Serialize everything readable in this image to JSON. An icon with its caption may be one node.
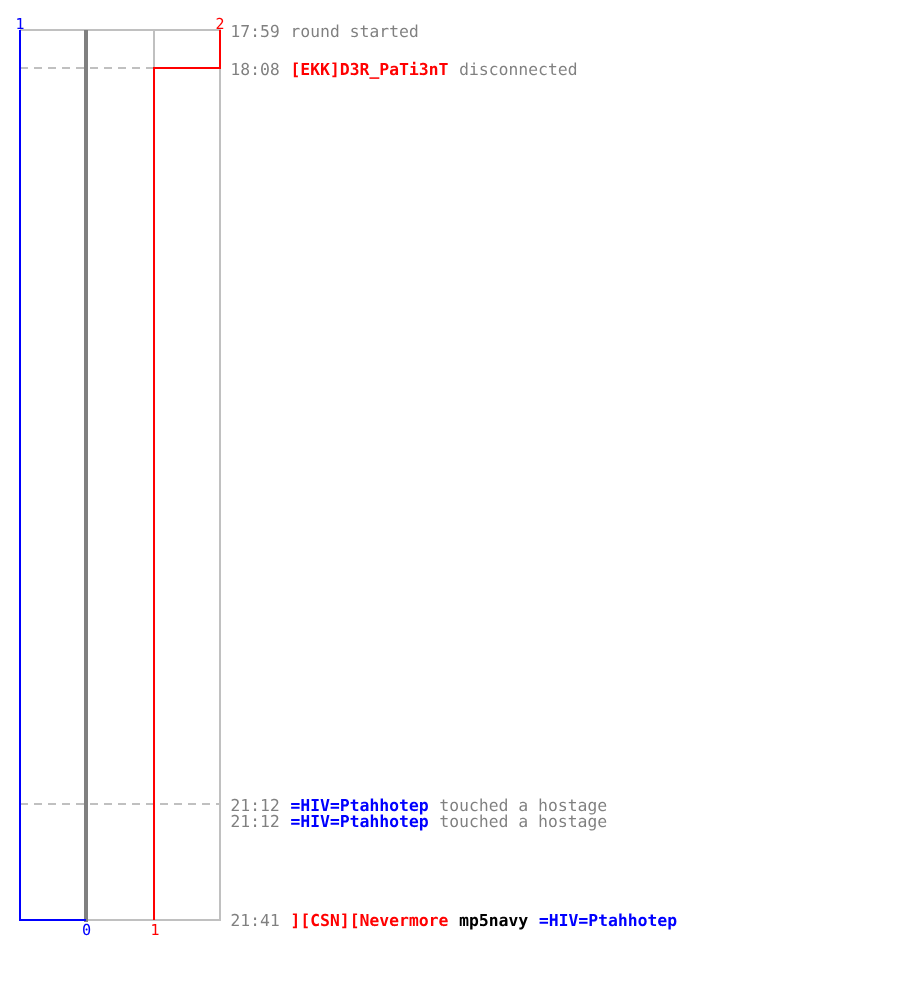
{
  "diagram": {
    "labels": [
      "1",
      "2",
      "17:59",
      "round started",
      "18:08",
      "[EKK]D3R_PaTi3nT",
      "disconnected",
      "21:12",
      "=HIV=Ptahhotep",
      "touched a hostage",
      "21:12",
      "=HIV=Ptahhotep",
      "touched a hostage",
      "21:41",
      "][CSN][Nevermore",
      "mp5navy",
      "=HIV=Ptahhotep",
      "0",
      "1"
    ]
  }
}
